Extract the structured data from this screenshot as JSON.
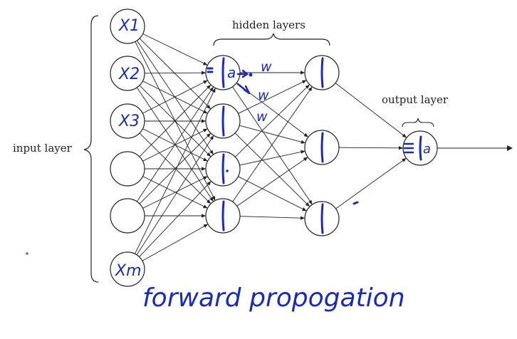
{
  "labels": {
    "input_layer": "input layer",
    "hidden_layers": "hidden layers",
    "output_layer": "output layer"
  },
  "handwriting": {
    "x1": "X1",
    "x2": "X2",
    "x3": "X3",
    "xm": "Xm",
    "a_hidden": "a",
    "w1": "w",
    "w2": "w",
    "w3": "w",
    "a_out": "a",
    "caption": "forward propogation"
  },
  "colors": {
    "ink": "#1a2bb8",
    "lines": "#222222",
    "background": "#ffffff"
  }
}
